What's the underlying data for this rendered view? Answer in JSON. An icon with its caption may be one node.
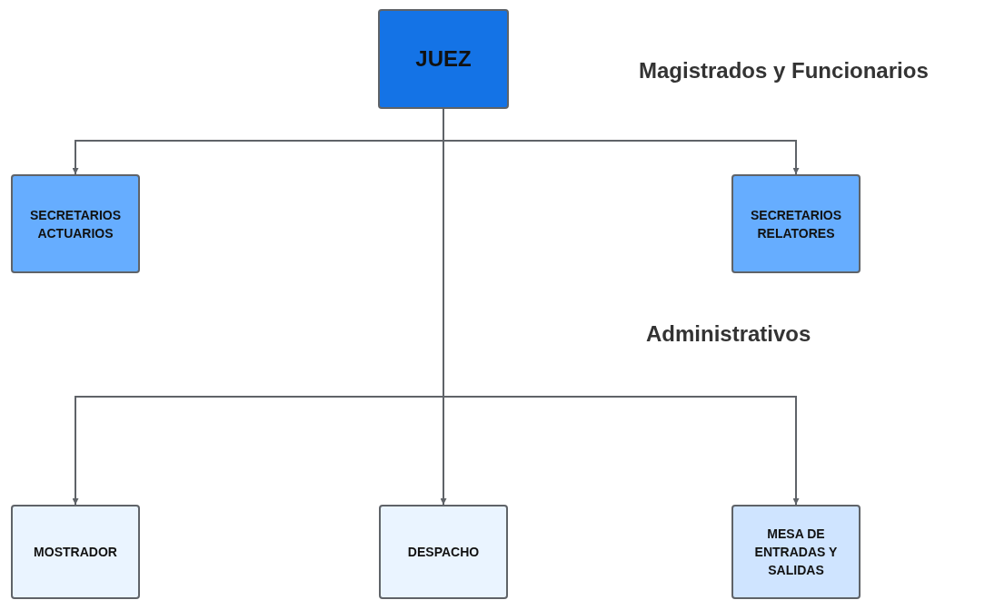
{
  "diagram": {
    "nodes": [
      {
        "text": [
          "JUEZ"
        ]
      },
      {
        "text": [
          "SECRETARIOS ACTUARIOS"
        ]
      },
      {
        "text": [
          "SECRETARIOS RELATORES"
        ]
      },
      {
        "text": [
          "MOSTRADOR"
        ]
      },
      {
        "text": [
          "DESPACHO"
        ]
      },
      {
        "text": [
          "MESA DE ENTRADAS Y SALIDAS"
        ]
      }
    ],
    "edges": [
      {
        "from": 0,
        "to": 1,
        "arrow": "to"
      },
      {
        "from": 0,
        "to": 2,
        "arrow": "to"
      },
      {
        "from": 0,
        "to": 3,
        "arrow": "to"
      },
      {
        "from": 0,
        "to": 4,
        "arrow": "to"
      },
      {
        "from": 0,
        "to": 5,
        "arrow": "to"
      }
    ],
    "labels": [
      "Magistrados y Funcionarios",
      "Administrativos"
    ]
  }
}
